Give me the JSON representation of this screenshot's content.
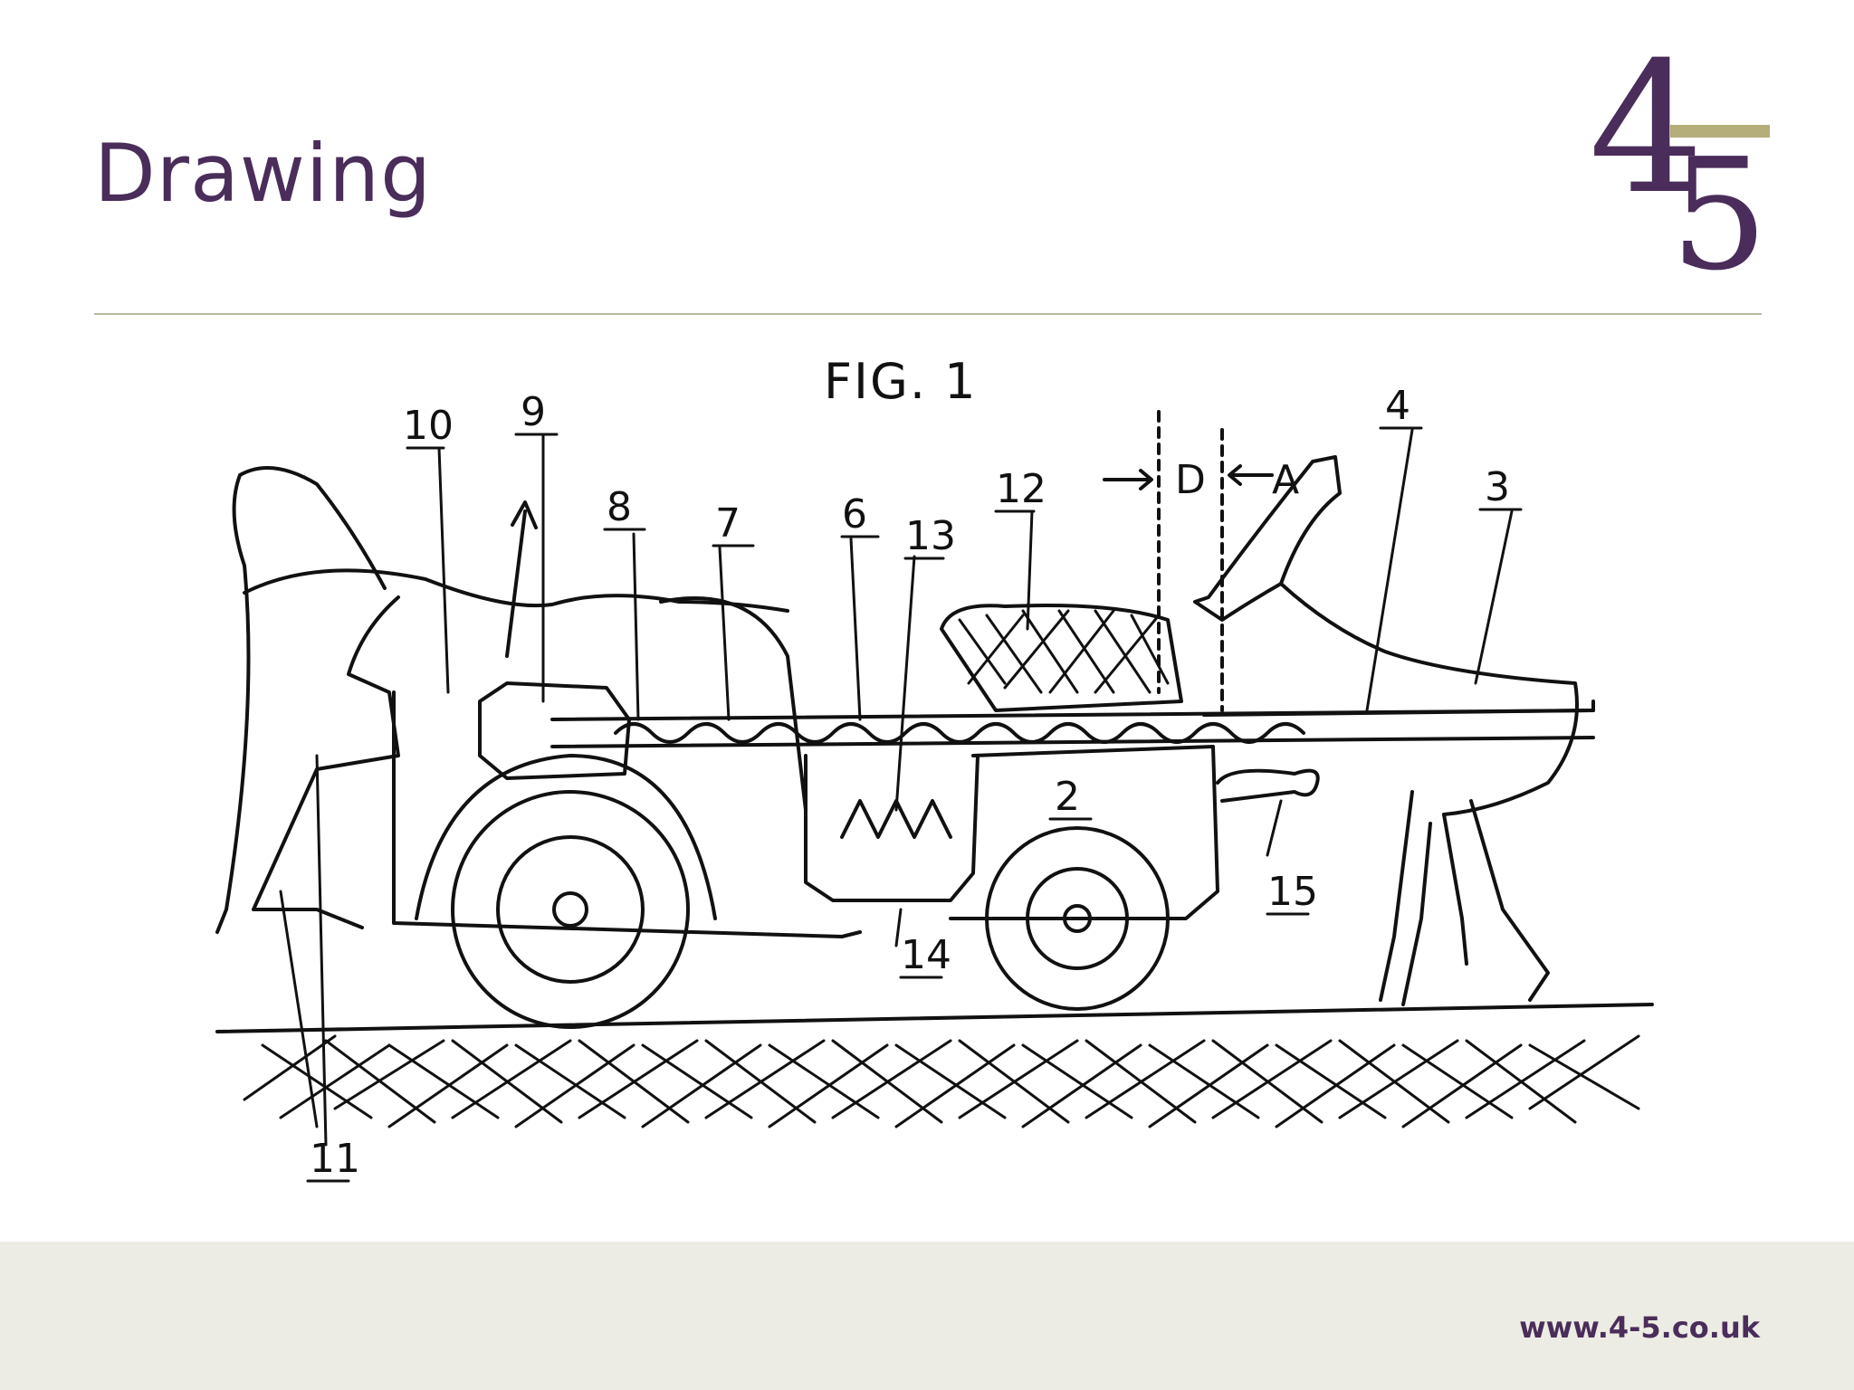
{
  "slide": {
    "title": "Drawing",
    "url": "www.4-5.co.uk"
  },
  "logo": {
    "text_top": "4",
    "text_bottom": "5"
  },
  "figure": {
    "caption": "FIG. 1",
    "labels": [
      "10",
      "9",
      "8",
      "7",
      "6",
      "13",
      "12",
      "D",
      "A",
      "4",
      "3",
      "2",
      "15",
      "14",
      "11"
    ]
  },
  "colors": {
    "brand_purple": "#4a2d5a",
    "brand_gold": "#b5ad7a",
    "footer_bg": "#ecece4"
  }
}
